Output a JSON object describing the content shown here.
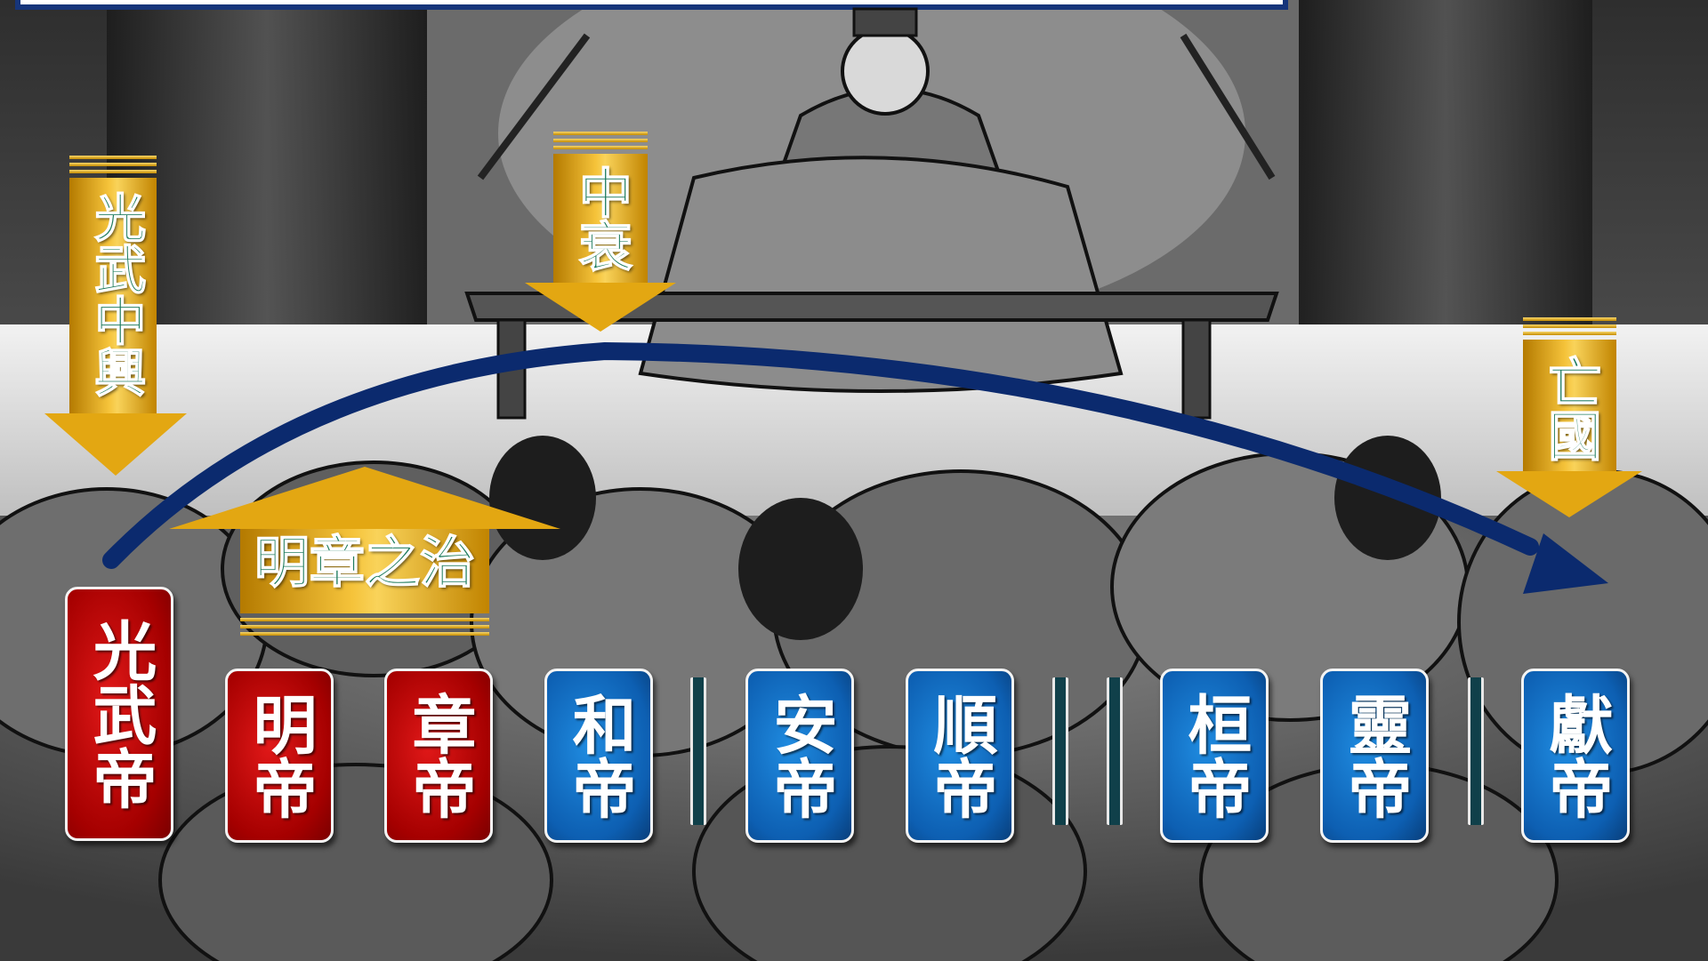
{
  "labels": {
    "guangwu_zhongxing": "光武中興",
    "zhongshuai": "中衰",
    "wangguo": "亡國",
    "mingzhang_zhizhi": "明章之治"
  },
  "emperors": [
    {
      "name": "光武帝",
      "color": "red"
    },
    {
      "name": "明帝",
      "color": "red"
    },
    {
      "name": "章帝",
      "color": "red"
    },
    {
      "name": "和帝",
      "color": "blue"
    },
    {
      "name": "安帝",
      "color": "blue"
    },
    {
      "name": "順帝",
      "color": "blue"
    },
    {
      "name": "桓帝",
      "color": "blue"
    },
    {
      "name": "靈帝",
      "color": "blue"
    },
    {
      "name": "獻帝",
      "color": "blue"
    }
  ],
  "colors": {
    "red": "#b00000",
    "blue": "#0d5fb2",
    "gold": "#f2b518",
    "label_text": "#1f7c5e",
    "trend_arrow": "#0b2a6e"
  }
}
